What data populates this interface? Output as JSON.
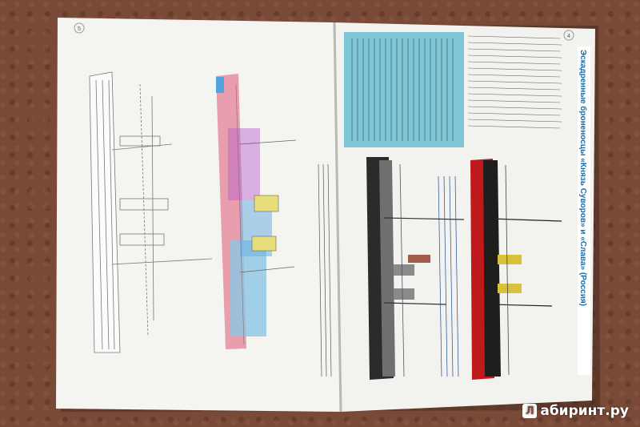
{
  "page": {
    "left_page_number": "5",
    "right_page_number": "4"
  },
  "article": {
    "title": "Эскадренные броненосцы «Князь Суворов» и «Слава» (Россия)"
  },
  "colors": {
    "background": "#7a4a38",
    "paper": "#f4f4f1",
    "info_box": "#7fc6d6",
    "hull_red": "#c0191c",
    "hull_dark": "#2b2b2b",
    "hull_gray": "#6f6f6f",
    "funnel_yellow": "#d9c23a",
    "sketch_pink": "#e58ea0",
    "sketch_blue": "#8cc6e6"
  },
  "watermark": {
    "badge": "Л",
    "text": "абиринт.ру"
  }
}
